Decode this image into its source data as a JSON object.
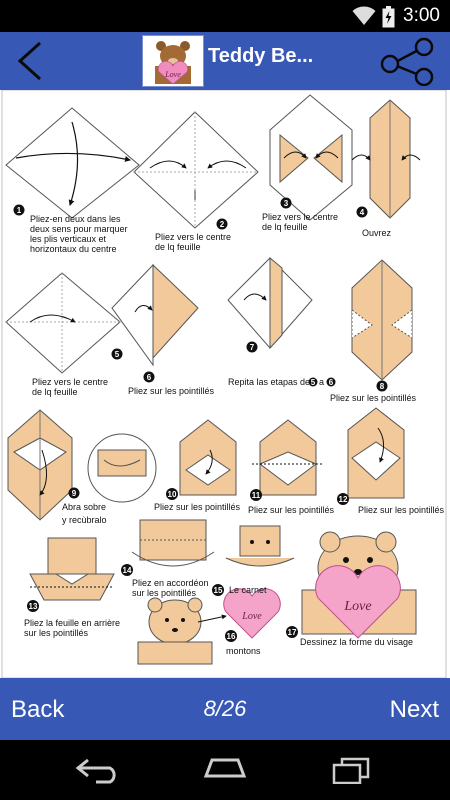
{
  "status_bar": {
    "time": "3:00",
    "icons": [
      "wifi-icon",
      "battery-icon"
    ]
  },
  "app_bar": {
    "title": "Teddy Be...",
    "thumbnail_text": "Love",
    "icons": [
      "back-arrow-icon",
      "share-icon"
    ]
  },
  "steps": [
    {
      "n": "1",
      "caption": [
        "Pliez-en deux dans les",
        "deux sens pour marquer",
        "les plis verticaux et",
        "horizontaux du centre"
      ]
    },
    {
      "n": "2",
      "caption": [
        "Pliez vers le centre",
        "de lq feuille"
      ]
    },
    {
      "n": "3",
      "caption": [
        "Pliez vers le centre",
        "de lq feuille"
      ]
    },
    {
      "n": "4",
      "caption": [
        "Ouvrez"
      ]
    },
    {
      "n": "5",
      "caption": [
        "Pliez vers le centre",
        "de lq feuille"
      ]
    },
    {
      "n": "6",
      "caption": [
        "Pliez sur les pointillés"
      ]
    },
    {
      "n": "7",
      "caption": [
        "Repita las etapas de",
        "a"
      ],
      "refs": [
        "5",
        "6"
      ]
    },
    {
      "n": "8",
      "caption": [
        "Pliez sur les pointillés"
      ]
    },
    {
      "n": "9",
      "caption": [
        "Abra sobre",
        "y recùbralo"
      ]
    },
    {
      "n": "10",
      "caption": [
        "Pliez sur les pointillés"
      ]
    },
    {
      "n": "11",
      "caption": [
        "Pliez sur les pointillés"
      ]
    },
    {
      "n": "12",
      "caption": [
        "Pliez sur les pointillés"
      ]
    },
    {
      "n": "13",
      "caption": [
        "Pliez la feuille en arrière",
        "sur les pointillés"
      ]
    },
    {
      "n": "14",
      "caption": [
        "Pliez en accordéon",
        "sur les pointillés"
      ]
    },
    {
      "n": "15",
      "caption": [
        "Le carnet"
      ]
    },
    {
      "n": "16",
      "caption": [
        "montons"
      ],
      "heart_text": "Love"
    },
    {
      "n": "17",
      "caption": [
        "Dessinez la forme du visage"
      ],
      "heart_text": "Love"
    }
  ],
  "bottom_bar": {
    "back_label": "Back",
    "page": "8/26",
    "next_label": "Next"
  },
  "nav_bar": {
    "icons": [
      "nav-back-icon",
      "nav-home-icon",
      "nav-recents-icon"
    ]
  },
  "colors": {
    "app_bar": "#3858b5",
    "paper_tan": "#f2c99a",
    "heart_pink": "#f4a3c9"
  }
}
